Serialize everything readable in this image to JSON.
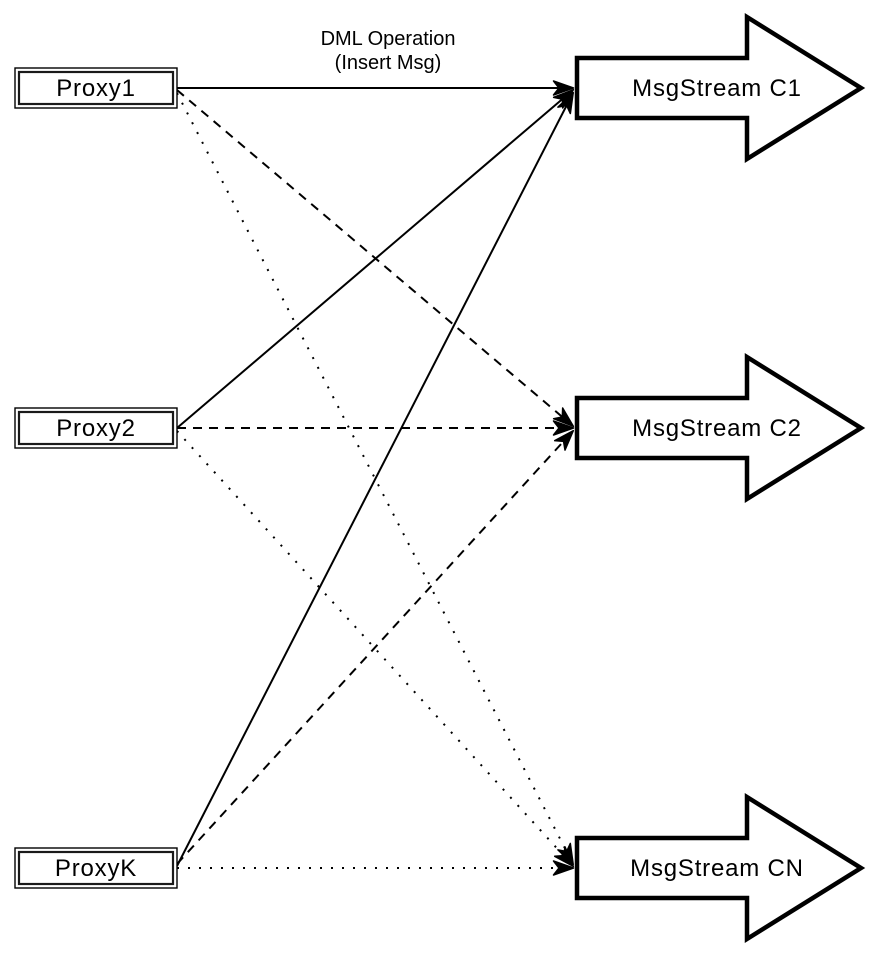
{
  "diagram": {
    "caption": {
      "line1": "DML Operation",
      "line2": "(Insert Msg)"
    },
    "proxies": [
      {
        "label": "Proxy1"
      },
      {
        "label": "Proxy2"
      },
      {
        "label": "ProxyK"
      }
    ],
    "streams": [
      {
        "label": "MsgStream C1",
        "incoming_line_style": "solid"
      },
      {
        "label": "MsgStream C2",
        "incoming_line_style": "dashed"
      },
      {
        "label": "MsgStream CN",
        "incoming_line_style": "dotted"
      }
    ],
    "connections": [
      {
        "from": "Proxy1",
        "to": "MsgStream C1",
        "style": "solid",
        "arrowhead": "filled-triangle"
      },
      {
        "from": "Proxy2",
        "to": "MsgStream C1",
        "style": "solid",
        "arrowhead": "filled-triangle"
      },
      {
        "from": "ProxyK",
        "to": "MsgStream C1",
        "style": "solid",
        "arrowhead": "filled-triangle"
      },
      {
        "from": "Proxy1",
        "to": "MsgStream C2",
        "style": "dashed",
        "arrowhead": "filled-triangle"
      },
      {
        "from": "Proxy2",
        "to": "MsgStream C2",
        "style": "dashed",
        "arrowhead": "filled-triangle"
      },
      {
        "from": "ProxyK",
        "to": "MsgStream C2",
        "style": "dashed",
        "arrowhead": "filled-triangle"
      },
      {
        "from": "Proxy1",
        "to": "MsgStream CN",
        "style": "dotted",
        "arrowhead": "filled-triangle"
      },
      {
        "from": "Proxy2",
        "to": "MsgStream CN",
        "style": "dotted",
        "arrowhead": "filled-triangle"
      },
      {
        "from": "ProxyK",
        "to": "MsgStream CN",
        "style": "dotted",
        "arrowhead": "filled-triangle"
      }
    ],
    "colors": {
      "stroke": "#000000",
      "shape_fill": "#ffffff",
      "background": "#ffffff",
      "text": "#000000"
    }
  }
}
